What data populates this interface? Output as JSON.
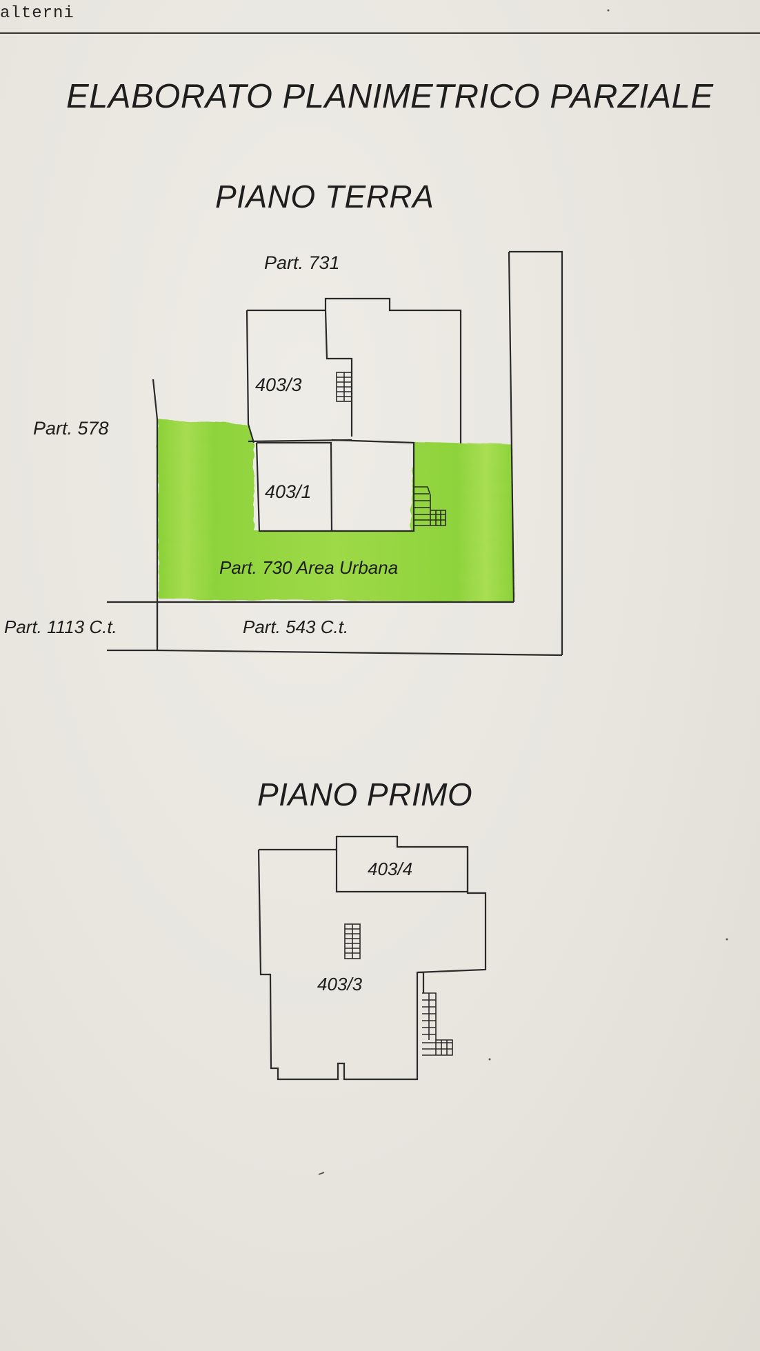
{
  "header": {
    "text": "alterni"
  },
  "title": "ELABORATO PLANIMETRICO PARZIALE",
  "floors": {
    "ground": {
      "title": "PIANO TERRA",
      "labels": {
        "part_731": "Part. 731",
        "part_578": "Part. 578",
        "sub_403_3": "403/3",
        "sub_403_1": "403/1",
        "part_730": "Part. 730 Area Urbana",
        "part_1113": "Part. 1113 C.t.",
        "part_543": "Part. 543 C.t."
      }
    },
    "first": {
      "title": "PIANO PRIMO",
      "labels": {
        "sub_403_4": "403/4",
        "sub_403_3": "403/3"
      }
    }
  },
  "colors": {
    "area_urbana": "#8fd33a",
    "area_urbana_light": "#a8e04f",
    "linework": "#2a2a2a",
    "paper": "#e8e6df"
  }
}
